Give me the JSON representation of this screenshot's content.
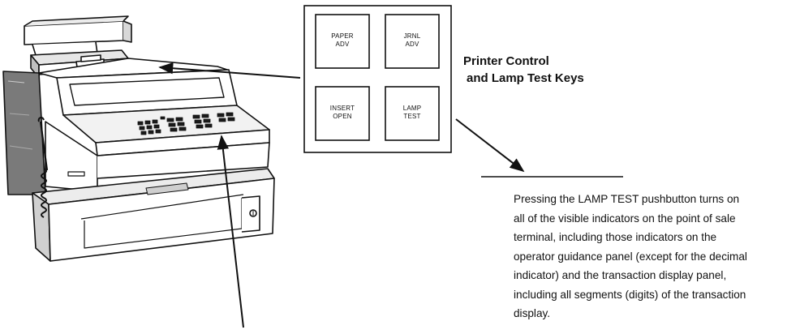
{
  "keypad": {
    "keys": [
      {
        "id": "paper-adv",
        "line1": "PAPER",
        "line2": "ADV"
      },
      {
        "id": "jrnl-adv",
        "line1": "JRNL",
        "line2": "ADV"
      },
      {
        "id": "insert-open",
        "line1": "INSERT",
        "line2": "OPEN"
      },
      {
        "id": "lamp-test",
        "line1": "LAMP",
        "line2": "TEST"
      }
    ]
  },
  "callout": {
    "title_line1": "Printer Control",
    "title_line2": "and Lamp Test Keys"
  },
  "description": {
    "lines": [
      "Pressing the LAMP TEST pushbutton turns on",
      "all of the visible indicators on the point of sale",
      "terminal, including those indicators on the",
      "operator guidance panel (except for the decimal",
      "indicator) and the transaction display panel,",
      "including all segments (digits) of the transaction",
      "display."
    ]
  }
}
